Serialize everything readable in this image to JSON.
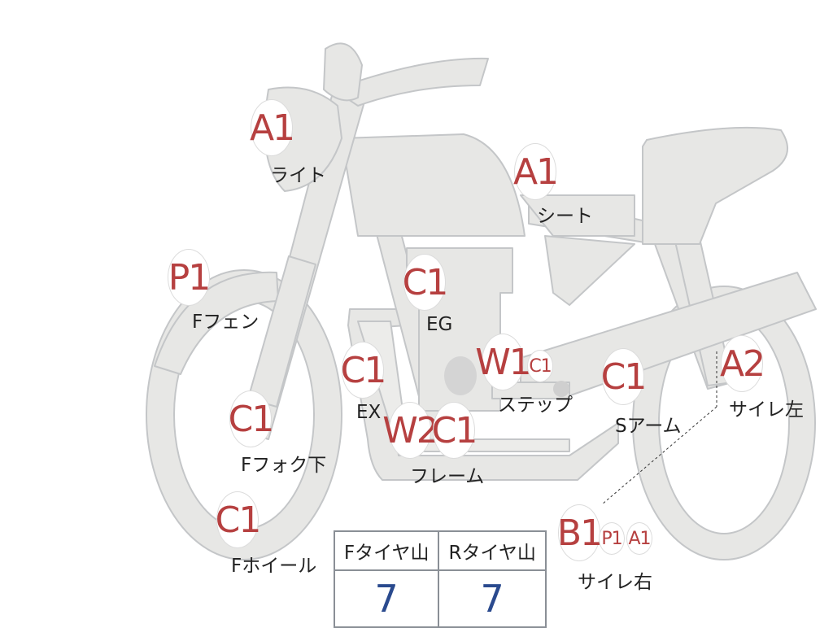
{
  "parts": [
    {
      "id": "light",
      "code": "A1",
      "label": "ライト"
    },
    {
      "id": "seat",
      "code": "A1",
      "label": "シート"
    },
    {
      "id": "ffender",
      "code": "P1",
      "label": "Fフェン"
    },
    {
      "id": "engine",
      "code": "C1",
      "label": "EG"
    },
    {
      "id": "exhaust",
      "code": "C1",
      "label": "EX"
    },
    {
      "id": "step",
      "codes": [
        "W1",
        "C1"
      ],
      "label": "ステップ"
    },
    {
      "id": "swingarm",
      "code": "C1",
      "label": "Sアーム"
    },
    {
      "id": "muffler-left",
      "code": "A2",
      "label": "サイレ左"
    },
    {
      "id": "fork-lower",
      "code": "C1",
      "label": "Fフォク下"
    },
    {
      "id": "frame",
      "codes": [
        "W2",
        "C1"
      ],
      "label": "フレーム"
    },
    {
      "id": "fwheel",
      "code": "C1",
      "label": "Fホイール"
    },
    {
      "id": "muffler-right",
      "codes": [
        "B1",
        "P1",
        "A1"
      ],
      "label": "サイレ右"
    }
  ],
  "tire_table": {
    "headers": [
      "Fタイヤ山",
      "Rタイヤ山"
    ],
    "values": [
      "7",
      "7"
    ]
  },
  "colors": {
    "bike_fill": "#e7e7e5",
    "bike_stroke": "#c4c6c8",
    "code_text": "#b64040",
    "value_text": "#2a4a8e"
  }
}
